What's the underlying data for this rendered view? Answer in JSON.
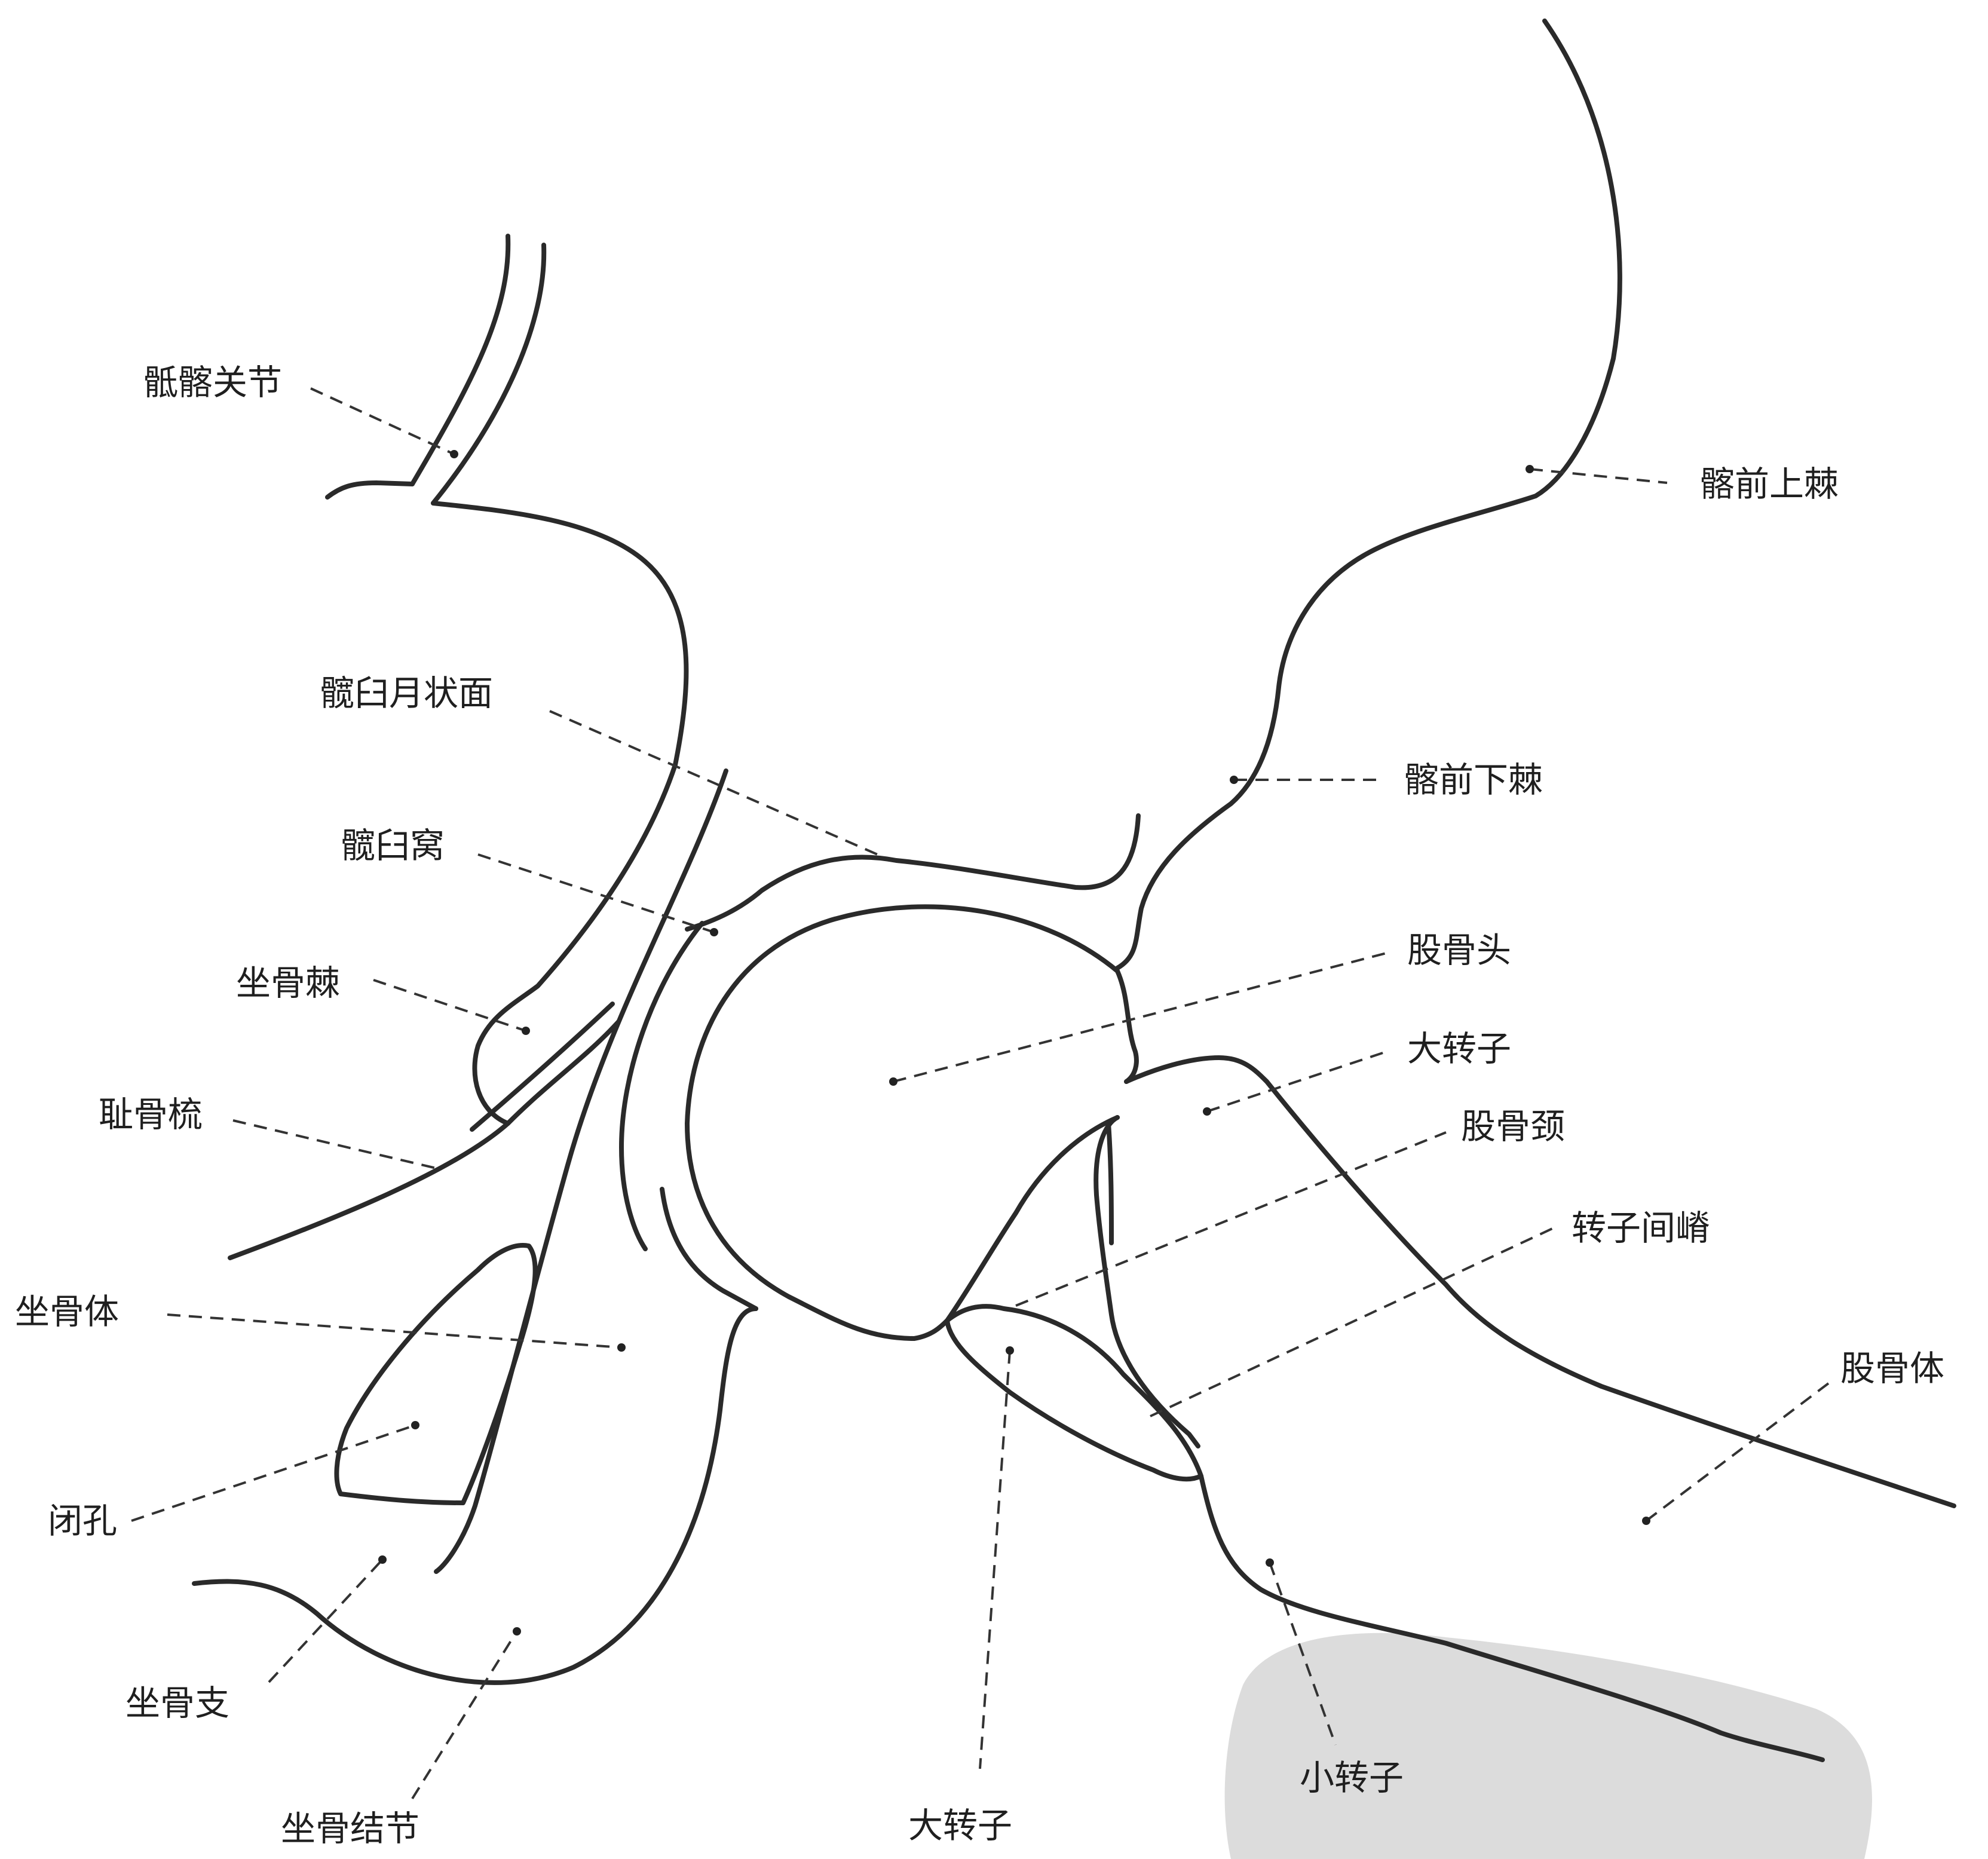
{
  "colors": {
    "line": "#2a2a2a",
    "watermark": "#d9d9d9",
    "background": "#ffffff"
  },
  "labels": {
    "sacroiliac_joint": "骶髂关节",
    "asis": "髂前上棘",
    "lunate_surface": "髋臼月状面",
    "aiis": "髂前下棘",
    "acetabular_fossa": "髋臼窝",
    "femoral_head": "股骨头",
    "ischial_spine": "坐骨棘",
    "greater_trochanter_upper": "大转子",
    "pecten_pubis": "耻骨梳",
    "femoral_neck": "股骨颈",
    "intertrochanteric_crest": "转子间嵴",
    "ischial_body": "坐骨体",
    "femoral_shaft": "股骨体",
    "obturator_foramen": "闭孔",
    "ischial_ramus": "坐骨支",
    "ischial_tuberosity": "坐骨结节",
    "greater_trochanter_lower": "大转子",
    "lesser_trochanter": "小转子"
  }
}
